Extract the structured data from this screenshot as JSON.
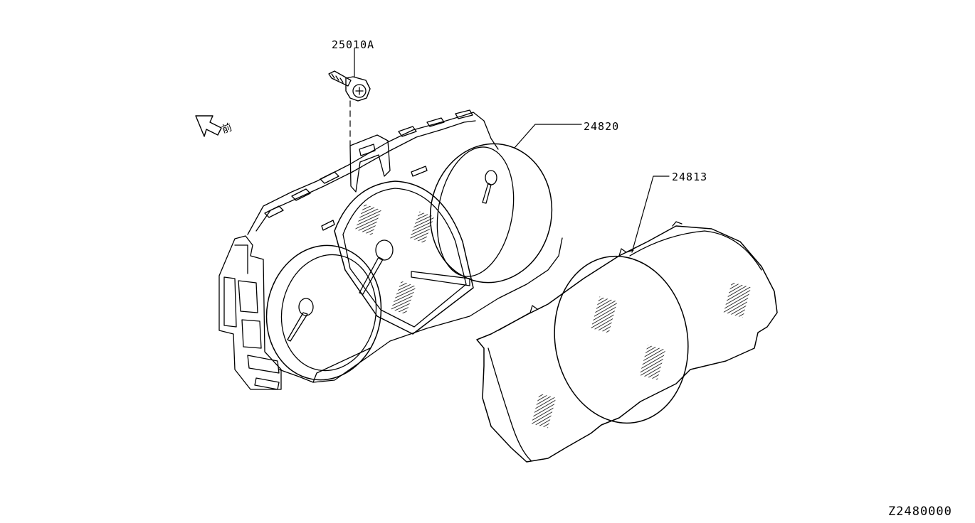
{
  "diagram": {
    "callouts": {
      "bolt": "25010A",
      "combination_meter": "24820",
      "meter_cover": "24813"
    },
    "front_indicator": "前",
    "drawing_code": "Z2480000"
  },
  "colors": {
    "line": "#000000",
    "background": "#ffffff"
  }
}
